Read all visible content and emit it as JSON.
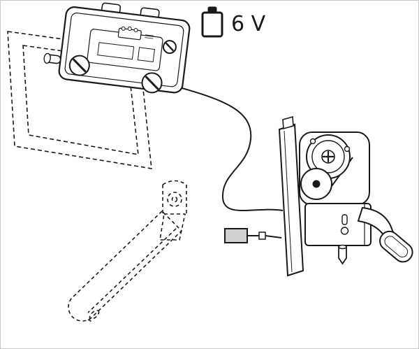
{
  "battery": {
    "label": "6 V"
  },
  "parts": [
    "wall-mounting-frame",
    "control-panel",
    "battery",
    "connection-cable",
    "folding-grab-bar",
    "flush-actuator-unit"
  ],
  "colors": {
    "line": "#1a1a1a",
    "plug_fill": "#cfcfcf",
    "background": "#ffffff"
  }
}
